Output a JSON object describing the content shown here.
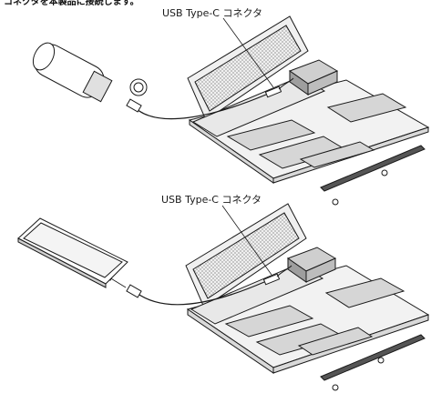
{
  "heading": "コネクタを本製品に接続します。",
  "callouts": {
    "top": "USB Type-C コネクタ",
    "bottom": "USB Type-C コネクタ"
  },
  "colors": {
    "line": "#1a1a1a",
    "panel": "#e6e6e6",
    "mesh": "#bdbdbd",
    "strap": "#555555"
  }
}
